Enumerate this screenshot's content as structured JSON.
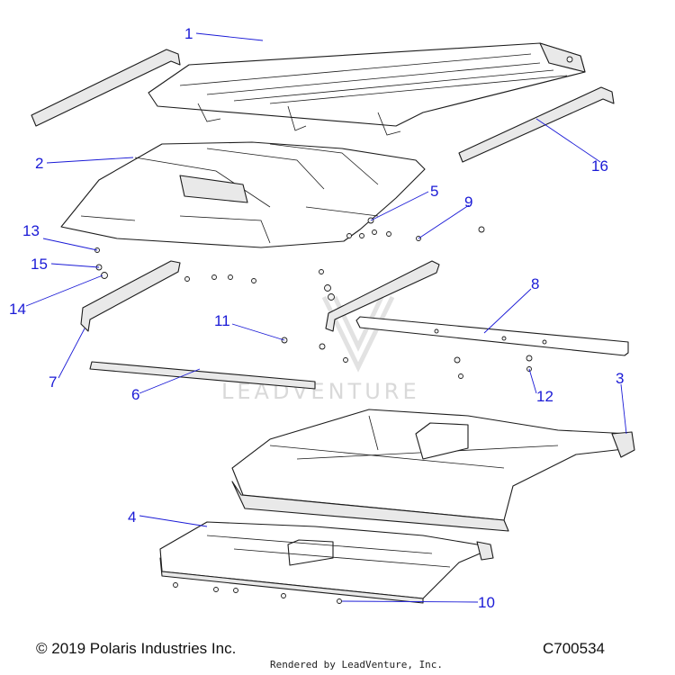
{
  "callouts": [
    {
      "id": "1",
      "label": "1"
    },
    {
      "id": "2",
      "label": "2"
    },
    {
      "id": "3",
      "label": "3"
    },
    {
      "id": "4",
      "label": "4"
    },
    {
      "id": "5",
      "label": "5"
    },
    {
      "id": "6",
      "label": "6"
    },
    {
      "id": "7",
      "label": "7"
    },
    {
      "id": "8",
      "label": "8"
    },
    {
      "id": "9",
      "label": "9"
    },
    {
      "id": "10",
      "label": "10"
    },
    {
      "id": "11",
      "label": "11"
    },
    {
      "id": "12",
      "label": "12"
    },
    {
      "id": "13",
      "label": "13"
    },
    {
      "id": "14",
      "label": "14"
    },
    {
      "id": "15",
      "label": "15"
    },
    {
      "id": "16",
      "label": "16"
    }
  ],
  "watermark": {
    "text": "LEADVENTURE"
  },
  "footer": {
    "copyright": "© 2019 Polaris Industries Inc.",
    "diagram_code": "C700534",
    "rendered_by": "Rendered by LeadVenture, Inc."
  },
  "colors": {
    "callout": "#1a1ad6",
    "line_art": "#1c1c1c",
    "watermark": "#d9d9d9"
  }
}
